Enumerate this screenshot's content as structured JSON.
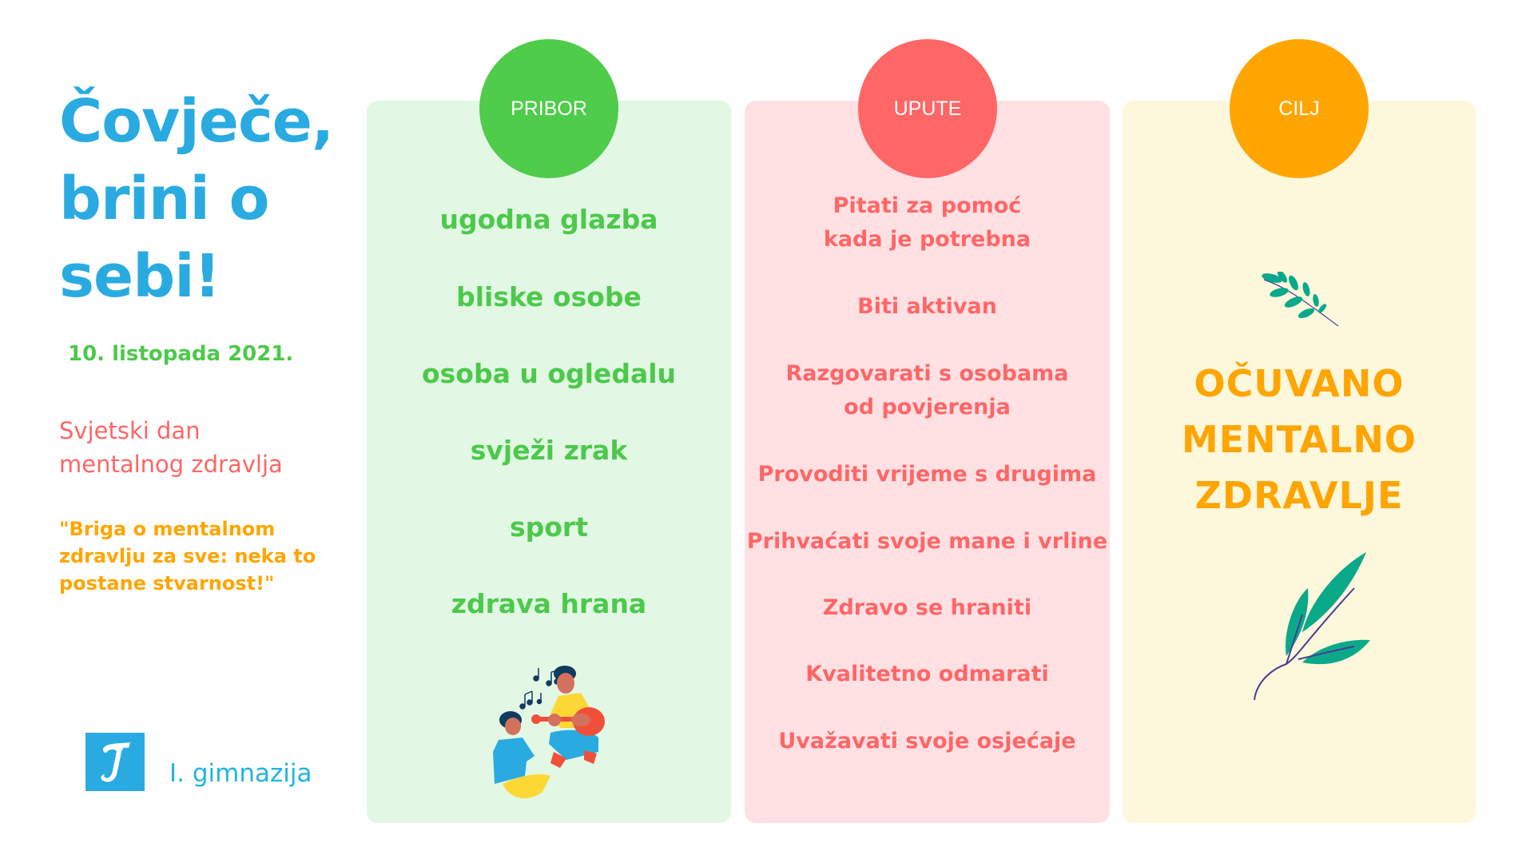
{
  "title": {
    "lines": [
      "Čovječe,",
      "brini o",
      "sebi!"
    ]
  },
  "date": "10. listopada 2021.",
  "event": {
    "lines": [
      "Svjetski dan",
      "mentalnog zdravlja"
    ]
  },
  "quote": {
    "lines": [
      "\"Briga o mentalnom",
      "zdravlju za sve: neka to",
      "postane stvarnost!\""
    ]
  },
  "school": {
    "logo_icon": "school-logo-icon",
    "logo_letter": "I",
    "name": "I. gimnazija"
  },
  "columns": {
    "pribor": {
      "heading": "PRIBOR",
      "color": "#4ecc4a",
      "background": "#e2f8e4",
      "items": [
        "ugodna glazba",
        "bliske osobe",
        "osoba u ogledalu",
        "svježi zrak",
        "sport",
        "zdrava hrana"
      ],
      "illustration": "people-playing-guitar-illustration"
    },
    "upute": {
      "heading": "UPUTE",
      "color": "#ff6666",
      "background": "#ffe1e4",
      "items": [
        [
          "Pitati za pomoć",
          "kada je potrebna"
        ],
        [
          "Biti aktivan"
        ],
        [
          "Razgovarati s osobama",
          "od povjerenja"
        ],
        [
          "Provoditi vrijeme s drugima"
        ],
        [
          "Prihvaćati svoje mane i vrline"
        ],
        [
          "Zdravo se hraniti"
        ],
        [
          "Kvalitetno odmarati"
        ],
        [
          "Uvažavati svoje osjećaje"
        ]
      ]
    },
    "cilj": {
      "heading": "CILJ",
      "color": "#ffa500",
      "background": "#fdf7dc",
      "goal_lines": [
        "OČUVANO",
        "MENTALNO",
        "ZDRAVLJE"
      ],
      "decorations": [
        "small-leaf-sprig-icon",
        "large-leaf-branch-icon"
      ]
    }
  },
  "colors": {
    "title_blue": "#29abe2",
    "date_green": "#4cc94b",
    "event_red": "#ff6666",
    "quote_orange": "#ffa500",
    "leaf_teal": "#0aa98a",
    "stem_purple": "#4b3b94"
  }
}
